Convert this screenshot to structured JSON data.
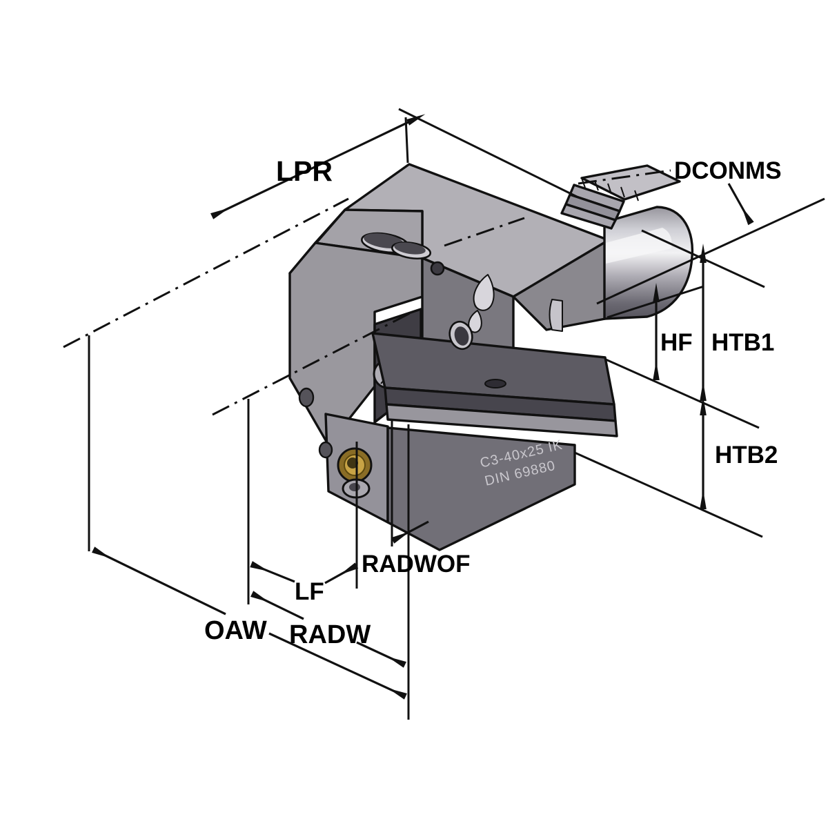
{
  "diagram": {
    "type": "technical-dimension-drawing",
    "subject": "VDI radial tool holder, isometric view with dimension callouts",
    "labels": {
      "lpr": "LPR",
      "dconms": "DCONMS",
      "hf": "HF",
      "htb1": "HTB1",
      "htb2": "HTB2",
      "radwof": "RADWOF",
      "lf": "LF",
      "oaw": "OAW",
      "radw": "RADW"
    },
    "part_marking": {
      "line1": "C3-40x25 IK",
      "line2": "DIN 69880"
    },
    "colors": {
      "background": "#ffffff",
      "line": "#111111",
      "top_face": "#b2b0b6",
      "notch_face": "#a4a2a8",
      "chamfer_face": "#8e8c92",
      "front_left_face": "#9a989e",
      "front_right_face": "#7a787f",
      "right_end_face": "#8a888e",
      "slot_dark": "#3f3d44",
      "plate_top": "#5d5b63",
      "plate_front": "#47454d",
      "shim_strip": "#98969d",
      "clamp_front_left": "#94929a",
      "clamp_front_right": "#716f77",
      "serration_face": "#c2c0c6",
      "brass_outer": "#8a6d26",
      "brass_inner": "#c8a345",
      "marking_text": "#c9c7cd"
    }
  }
}
